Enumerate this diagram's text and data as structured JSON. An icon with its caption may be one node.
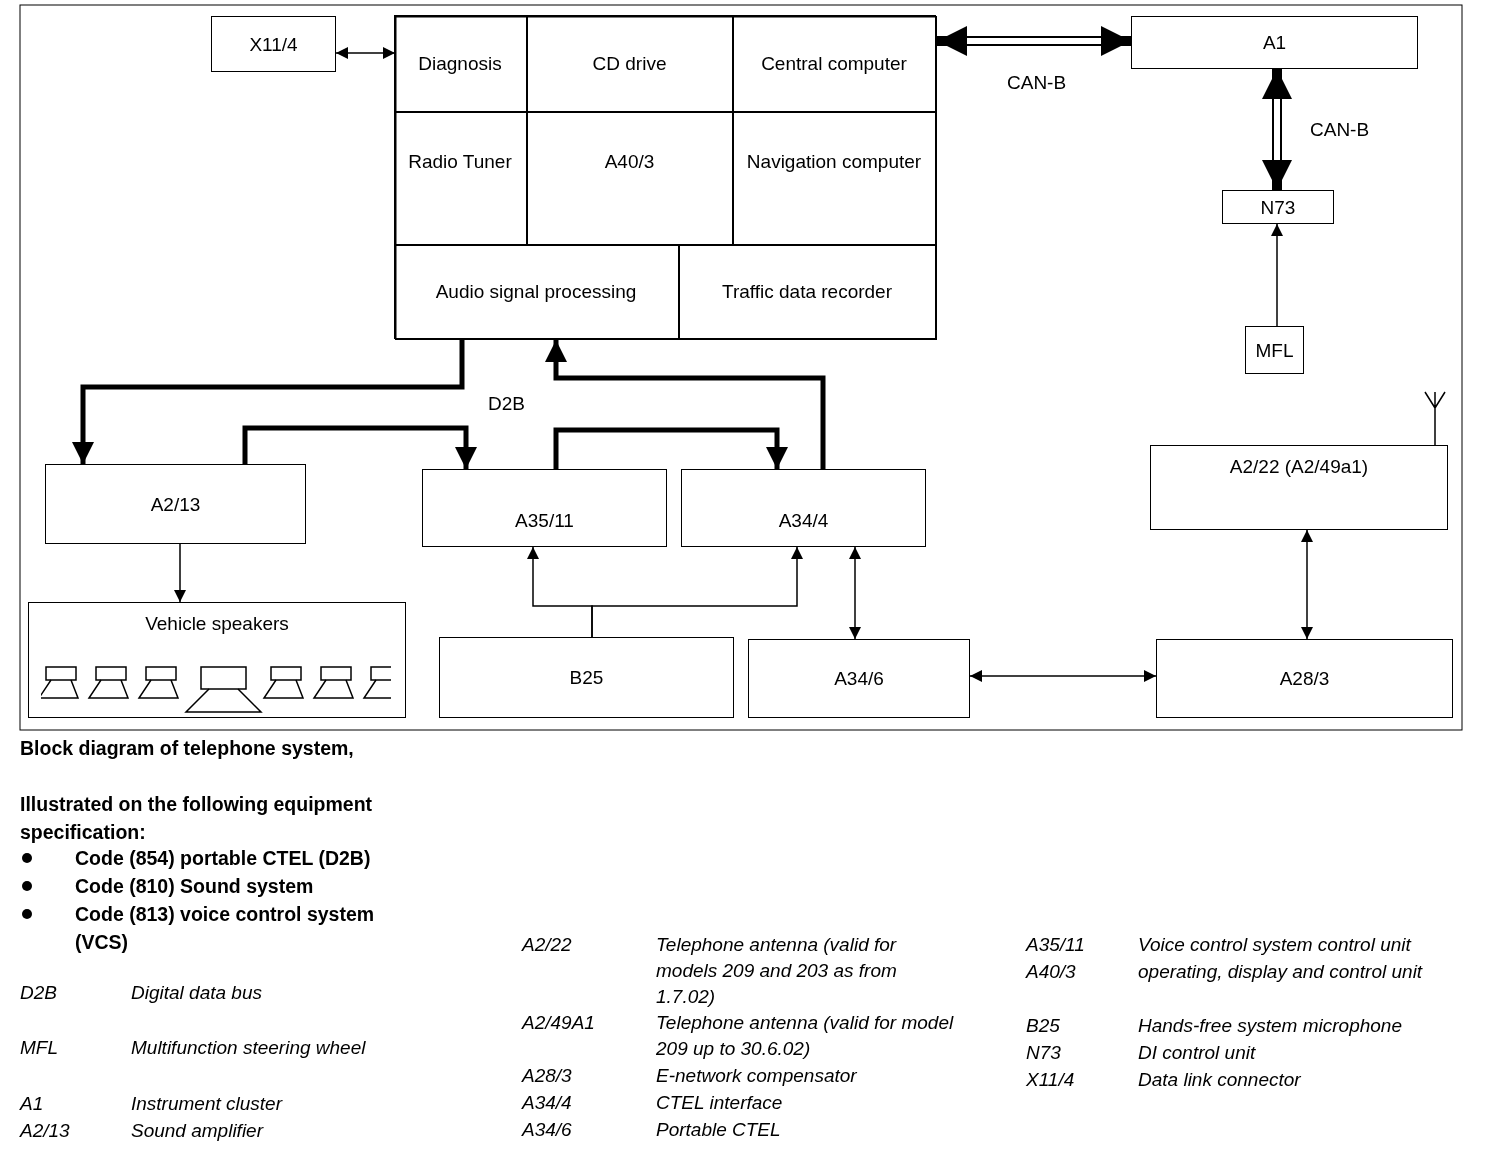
{
  "diagram": {
    "title": "Block diagram of telephone system,",
    "nodes": [
      {
        "text": [
          "X11/4"
        ]
      },
      {
        "text": [],
        "shape": "box"
      },
      {
        "text": [
          "Diagnosis"
        ],
        "in": 1
      },
      {
        "text": [
          "CD drive"
        ],
        "in": 1
      },
      {
        "text": [
          "Central computer"
        ],
        "in": 1
      },
      {
        "text": [
          "Radio Tuner"
        ],
        "in": 1
      },
      {
        "text": [
          "A40/3"
        ],
        "in": 1
      },
      {
        "text": [
          "Navigation computer"
        ],
        "in": 1
      },
      {
        "text": [
          "Audio signal processing"
        ],
        "in": 1
      },
      {
        "text": [
          "Traffic data recorder"
        ],
        "in": 1
      },
      {
        "text": [
          "A1"
        ]
      },
      {
        "text": [
          "N73"
        ]
      },
      {
        "text": [
          "MFL"
        ]
      },
      {
        "text": [
          "A2/13"
        ]
      },
      {
        "text": [
          "A35/11"
        ]
      },
      {
        "text": [
          "A34/4"
        ]
      },
      {
        "text": [
          "A2/22 (A2/49a1)"
        ]
      },
      {
        "text": [
          "Vehicle speakers"
        ]
      },
      {
        "text": [
          "B25"
        ]
      },
      {
        "text": [
          "A34/6"
        ]
      },
      {
        "text": [
          "A28/3"
        ]
      }
    ],
    "edges": [
      {
        "from": 0,
        "to": 1,
        "arrow": "both"
      },
      {
        "from": 1,
        "to": 10,
        "arrow": "both",
        "label": "CAN-B",
        "style": "thick"
      },
      {
        "from": 10,
        "to": 11,
        "arrow": "both",
        "label": "CAN-B",
        "style": "thick"
      },
      {
        "from": 12,
        "to": 11,
        "arrow": "to"
      },
      {
        "from": 8,
        "to": 13,
        "arrow": "to",
        "style": "thick"
      },
      {
        "from": 13,
        "to": 14,
        "arrow": "to",
        "style": "thick"
      },
      {
        "from": 14,
        "to": 15,
        "arrow": "to",
        "style": "thick"
      },
      {
        "from": 15,
        "to": 8,
        "arrow": "to",
        "style": "thick"
      },
      {
        "from": 13,
        "to": 17,
        "arrow": "to"
      },
      {
        "from": 18,
        "to": 14,
        "arrow": "to"
      },
      {
        "from": 18,
        "to": 15,
        "arrow": "to"
      },
      {
        "from": 15,
        "to": 19,
        "arrow": "both"
      },
      {
        "from": 19,
        "to": 20,
        "arrow": "both"
      },
      {
        "from": 16,
        "to": 20,
        "arrow": "both"
      }
    ],
    "labels": [
      "D2B",
      "Illustrated on the following equipment specification:",
      "Code (854) portable CTEL (D2B)",
      "Code (810) Sound system",
      "Code (813) voice control system (VCS)",
      "D2B",
      "Digital data bus",
      "MFL",
      "Multifunction steering wheel",
      "A1",
      "Instrument cluster",
      "A2/13",
      "Sound amplifier",
      "A2/22",
      "Telephone antenna (valid for models 209 and 203 as from 1.7.02)",
      "A2/49A1",
      "Telephone antenna (valid for model 209 up to 30.6.02)",
      "A28/3",
      "E-network compensator",
      "A34/4",
      "CTEL interface",
      "A34/6",
      "Portable CTEL",
      "A35/11",
      "Voice control system control unit",
      "A40/3",
      "operating, display and control unit",
      "B25",
      "Hands-free system microphone",
      "N73",
      "DI control unit",
      "X11/4",
      "Data link connector"
    ]
  }
}
